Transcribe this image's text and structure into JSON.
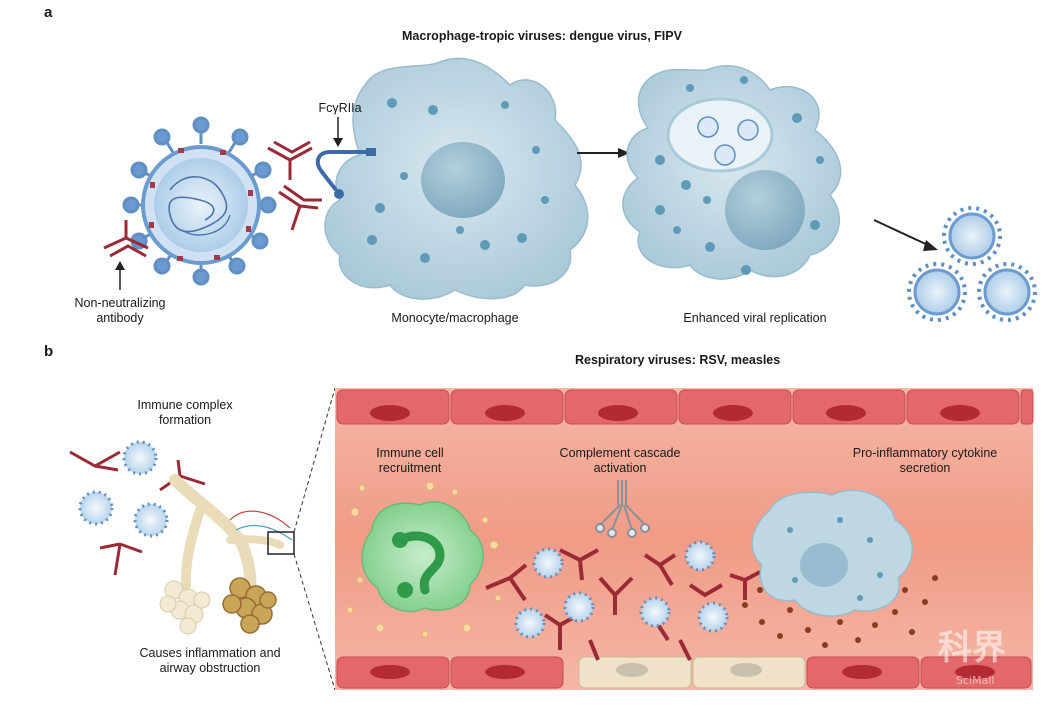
{
  "panel_a": {
    "letter": "a",
    "title": "Macrophage-tropic viruses: dengue virus, FIPV",
    "receptor_label": "FcγRIIa",
    "antibody_label": "Non-neutralizing antibody",
    "cell_label": "Monocyte/macrophage",
    "replication_label": "Enhanced viral replication"
  },
  "panel_b": {
    "letter": "b",
    "title": "Respiratory viruses: RSV, measles",
    "immune_complex_label": "Immune complex formation",
    "outcome_label": "Causes inflammation and airway obstruction",
    "recruitment_label": "Immune cell recruitment",
    "complement_label": "Complement cascade activation",
    "cytokine_label": "Pro-inflammatory cytokine secretion"
  },
  "watermark": {
    "logo_text": "科界",
    "sub_text": "SciMall"
  },
  "colors": {
    "cell": "#bcd6e3",
    "nucleus": "#8fb5c9",
    "vessel": "#f3a593",
    "endothelium": "#e0655f",
    "antibody": "#9b2a37",
    "virus": "#5d8fc4",
    "neutrophil": "#8fd19a"
  }
}
